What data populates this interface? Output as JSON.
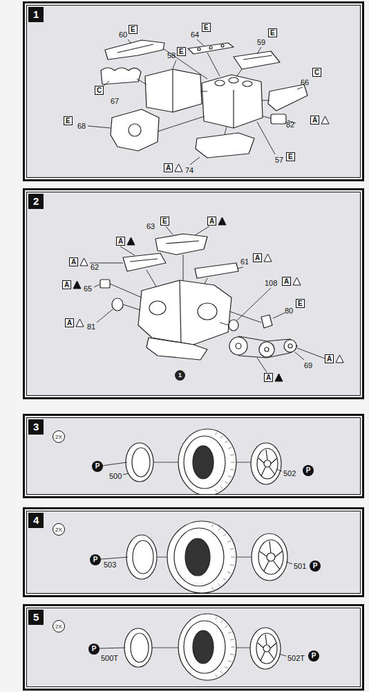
{
  "diagram": {
    "nodes": [
      {
        "text": [
          "1"
        ]
      },
      {
        "text": [
          "E"
        ],
        "in": 0
      },
      {
        "text": [
          "E"
        ],
        "in": 0
      },
      {
        "text": [
          "E"
        ],
        "in": 0
      },
      {
        "text": [
          "E"
        ],
        "in": 0
      },
      {
        "text": [
          "C"
        ],
        "in": 0
      },
      {
        "text": [
          "C"
        ],
        "in": 0
      },
      {
        "text": [
          "E"
        ],
        "in": 0
      },
      {
        "text": [
          "A"
        ],
        "in": 0
      },
      {
        "text": [
          "A"
        ],
        "in": 0
      },
      {
        "text": [
          "E"
        ],
        "in": 0
      },
      {
        "text": [
          "2"
        ]
      },
      {
        "text": [
          "E"
        ],
        "in": 11
      },
      {
        "text": [
          "A"
        ],
        "in": 11
      },
      {
        "text": [
          "A"
        ],
        "in": 11
      },
      {
        "text": [
          "A"
        ],
        "in": 11
      },
      {
        "text": [
          "A"
        ],
        "in": 11
      },
      {
        "text": [
          "A"
        ],
        "in": 11
      },
      {
        "text": [
          "A"
        ],
        "in": 11
      },
      {
        "text": [
          "A"
        ],
        "in": 11
      },
      {
        "text": [
          "E"
        ],
        "in": 11
      },
      {
        "text": [
          "A"
        ],
        "in": 11
      },
      {
        "text": [
          "A"
        ],
        "in": 11
      },
      {
        "text": [
          "1"
        ],
        "in": 11
      },
      {
        "text": [
          "3"
        ]
      },
      {
        "text": [
          "2X"
        ],
        "in": 24
      },
      {
        "text": [
          "P"
        ],
        "in": 24
      },
      {
        "text": [
          "P"
        ],
        "in": 24
      },
      {
        "text": [
          "4"
        ]
      },
      {
        "text": [
          "2X"
        ],
        "in": 28
      },
      {
        "text": [
          "P"
        ],
        "in": 28
      },
      {
        "text": [
          "P"
        ],
        "in": 28
      },
      {
        "text": [
          "5"
        ]
      },
      {
        "text": [
          "2X"
        ],
        "in": 32
      },
      {
        "text": [
          "P"
        ],
        "in": 32
      },
      {
        "text": [
          "P"
        ],
        "in": 32
      }
    ],
    "labels": [
      "60",
      "64",
      "59",
      "58",
      "67",
      "66",
      "68",
      "82",
      "74",
      "57",
      "63",
      "62",
      "61",
      "65",
      "81",
      "108",
      "80",
      "69",
      "500",
      "502",
      "503",
      "501",
      "500T",
      "502T"
    ]
  }
}
